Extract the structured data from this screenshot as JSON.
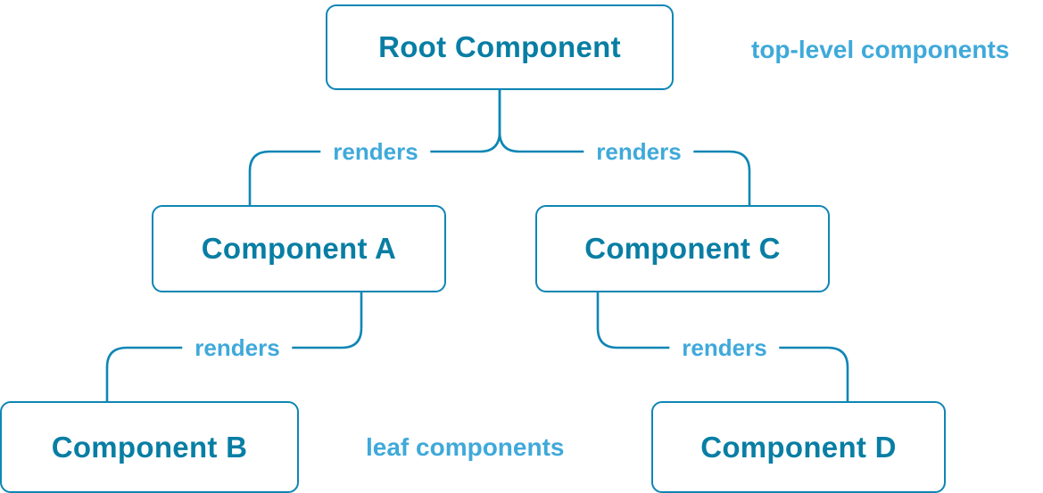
{
  "diagram": {
    "title": "component-render-tree",
    "colors": {
      "line": "#0E86B4",
      "box_text": "#087EA4",
      "label": "#3FA9DA",
      "background": "#ffffff"
    },
    "nodes": [
      {
        "id": "root",
        "label": "Root Component"
      },
      {
        "id": "a",
        "label": "Component A"
      },
      {
        "id": "c",
        "label": "Component C"
      },
      {
        "id": "b",
        "label": "Component B"
      },
      {
        "id": "d",
        "label": "Component D"
      }
    ],
    "edges": [
      {
        "from": "root",
        "to": "a",
        "label": "renders"
      },
      {
        "from": "root",
        "to": "c",
        "label": "renders"
      },
      {
        "from": "a",
        "to": "b",
        "label": "renders"
      },
      {
        "from": "c",
        "to": "d",
        "label": "renders"
      }
    ],
    "annotations": [
      {
        "id": "top-level",
        "text": "top-level components"
      },
      {
        "id": "leaf",
        "text": "leaf components"
      }
    ]
  }
}
